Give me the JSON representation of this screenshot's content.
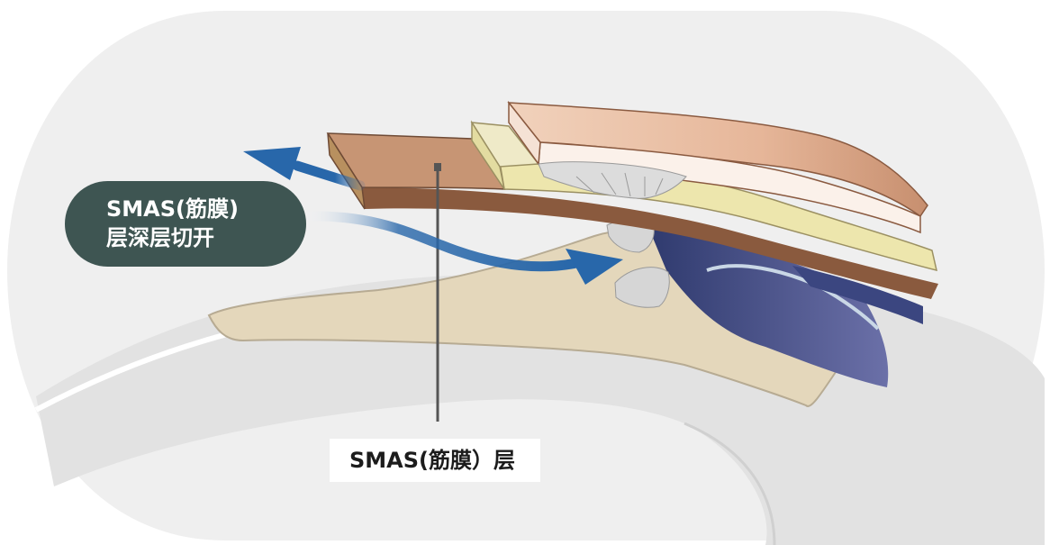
{
  "callout": {
    "line1": "SMAS(筋膜)",
    "line2": "层深层切开"
  },
  "layer_label": "SMAS(筋膜）层",
  "colors": {
    "background_oval": "#efefef",
    "callout_bg": "#3e5552",
    "arrow_blue": "#2867aa",
    "smas_layer": "#8a5a3e",
    "fat_layer": "#ede6ad",
    "skin_layer": "#e8b89a",
    "muscle_purple": "#3f4d86",
    "bone_beige": "#e4d7bb",
    "ligament_gray": "#d8d8d8"
  },
  "icons": [
    "arrow-up-left-icon",
    "arrow-curved-right-icon",
    "ligament-icon"
  ]
}
